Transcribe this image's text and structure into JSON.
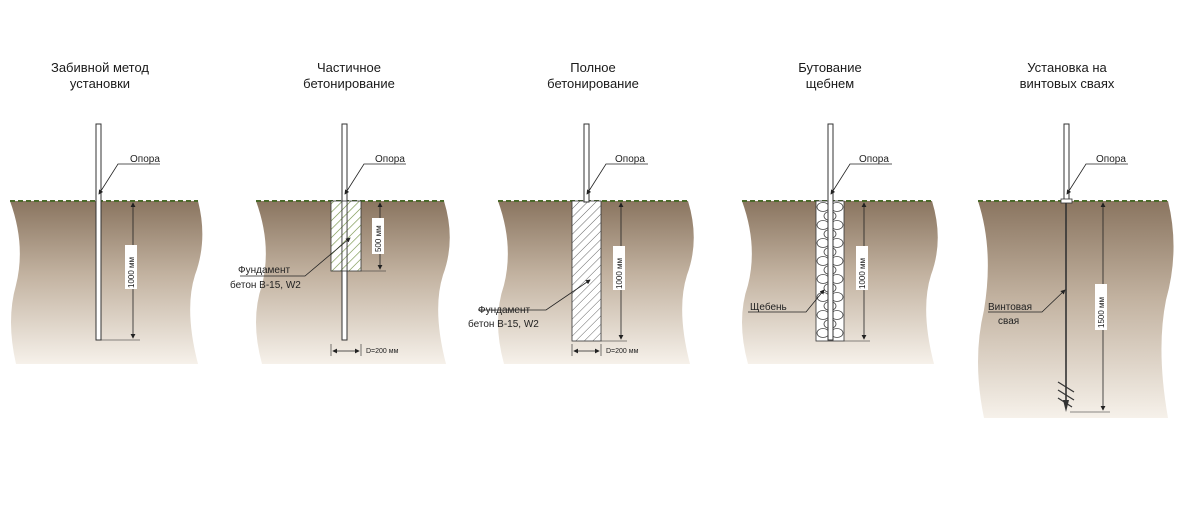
{
  "panels": [
    {
      "id": "driven",
      "title_lines": [
        "Забивной метод",
        "установки"
      ],
      "support_label": "Опора",
      "depth_label": "1000 мм"
    },
    {
      "id": "partial",
      "title_lines": [
        "Частичное",
        "бетонирование"
      ],
      "support_label": "Опора",
      "depth_label": "500 мм",
      "foundation_label_lines": [
        "Фундамент",
        "бетон В-15, W2"
      ],
      "diameter_label": "D=200 мм"
    },
    {
      "id": "full",
      "title_lines": [
        "Полное",
        "бетонирование"
      ],
      "support_label": "Опора",
      "depth_label": "1000 мм",
      "foundation_label_lines": [
        "Фундамент",
        "бетон В-15, W2"
      ],
      "diameter_label": "D=200 мм"
    },
    {
      "id": "gravel",
      "title_lines": [
        "Бутование",
        "щебнем"
      ],
      "support_label": "Опора",
      "depth_label": "1000 мм",
      "fill_label": "Щебень"
    },
    {
      "id": "screw",
      "title_lines": [
        "Установка на",
        "винтовых сваях"
      ],
      "support_label": "Опора",
      "depth_label": "1500 мм",
      "pile_label_lines": [
        "Винтовая",
        "свая"
      ]
    }
  ],
  "colors": {
    "soil_top": "#8a7560",
    "soil_bottom": "#f6f1ea",
    "grass": "#4a6a2a",
    "line": "#333333"
  }
}
